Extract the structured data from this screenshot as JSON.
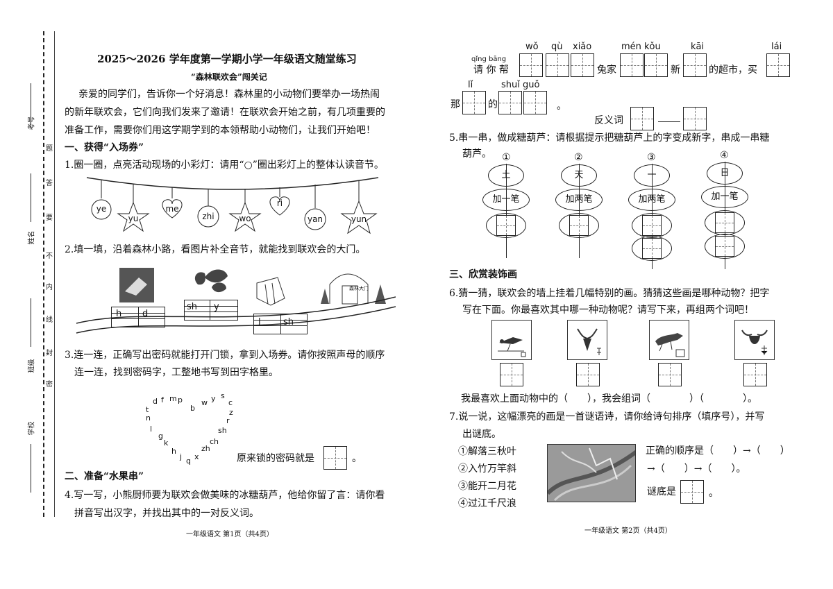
{
  "side": {
    "labels": [
      "考号",
      "姓名",
      "班级",
      "学校"
    ],
    "seal": [
      "题",
      "答",
      "要",
      "不",
      "内",
      "线",
      "封",
      "密"
    ]
  },
  "page1": {
    "title": "2025～2026 学年度第一学期小学一年级语文随堂练习",
    "subtitle": "“森林联欢会”闯关记",
    "intro": [
      "亲爱的同学们，告诉你一个好消息！森林里的小动物们要举办一场热闹",
      "的新年联欢会，它们向我们发来了邀请！在联欢会开始之前，有几项重要的",
      "准备工作，需要你们用这学期学到的本领帮助小动物们，让我们开始吧！"
    ],
    "section1": "一、获得“入场券”",
    "q1": "1.圈一圈，点亮活动现场的小彩灯：请用“○”圈出彩灯上的整体认读音节。",
    "lanterns": [
      "ye",
      "yu",
      "me",
      "zhi",
      "wo",
      "ri",
      "yan",
      "yun"
    ],
    "q2": "2.填一填，沿着森林小路，看图片补全音节，就能找到联欢会的大门。",
    "q2_syllables": [
      {
        "a": "h",
        "b": "d"
      },
      {
        "a": "sh",
        "b": "y"
      },
      {
        "a": "l",
        "b": "sh"
      }
    ],
    "q2_sign": "森林大门",
    "q3_lines": [
      "3.连一连，正确写出密码就能打开门锁，拿到入场券。请你按照声母的顺序",
      "连一连，找到密码字，工整地书写到田字格里。"
    ],
    "q3_letters": [
      "b",
      "p",
      "m",
      "f",
      "d",
      "t",
      "n",
      "l",
      "g",
      "k",
      "h",
      "j",
      "q",
      "x",
      "zh",
      "ch",
      "sh",
      "r",
      "z",
      "c",
      "s",
      "y",
      "w"
    ],
    "q3_answer": "原来锁的密码就是",
    "q3_end": "。",
    "section2": "二、准备“水果串”",
    "q4_lines": [
      "4.写一写，小熊厨师要为联欢会做美味的冰糖葫芦，他给你留了言：请你看",
      "拼音写出汉字，并找出其中的一对反义词。"
    ],
    "footer": "一年级语文 第1页（共4页）"
  },
  "page2": {
    "pinyin": {
      "qing_bang": "qǐng bāng",
      "wo": "wǒ",
      "qu": "qù",
      "xiao": "xiǎo",
      "men_kou": "mén kǒu",
      "kai": "kāi",
      "lai": "lái",
      "li": "lǐ",
      "shui_guo": "shuǐ guǒ"
    },
    "line1": {
      "a": "请 你 帮",
      "b": "兔家",
      "c": "新",
      "d": "的超市，买"
    },
    "line2": {
      "a": "那",
      "b": "的",
      "c": "。"
    },
    "antonym": "反义词",
    "q5_lines": [
      "5.串一串，做成糖葫芦：请根据提示把糖葫芦上的字变成新字，串成一串糖",
      "葫芦。"
    ],
    "skewers": [
      {
        "num": "①",
        "char": "土",
        "hint": "加一笔"
      },
      {
        "num": "②",
        "char": "天",
        "hint": "加两笔"
      },
      {
        "num": "③",
        "char": "一",
        "hint": "加两笔"
      },
      {
        "num": "④",
        "char": "日",
        "hint": "加一笔"
      }
    ],
    "section3": "三、欣赏装饰画",
    "q6_lines": [
      "6.猜一猜，联欢会的墙上挂着几幅特别的画。猜猜这些画是哪种动物？把字",
      "写在下面。你最喜欢其中哪一种动物呢？请写下来，再组两个词吧！"
    ],
    "q6_fill": "我最喜欢上面动物中的（　　），我会组词（　　　　）（　　　　）。",
    "q7_lines": [
      "7.说一说，这幅漂亮的画是一首谜语诗，请你给诗句排序（填序号），并写",
      "出谜底。"
    ],
    "poem": [
      "①解落三秋叶",
      "②入竹万竿斜",
      "③能开二月花",
      "④过江千尺浪"
    ],
    "order_label": "正确的顺序是（　　）→（　　）",
    "order_label2": "→（　　）→（　　）。",
    "riddle": "谜底是",
    "riddle_end": "。",
    "footer": "一年级语文 第2页（共4页）"
  }
}
